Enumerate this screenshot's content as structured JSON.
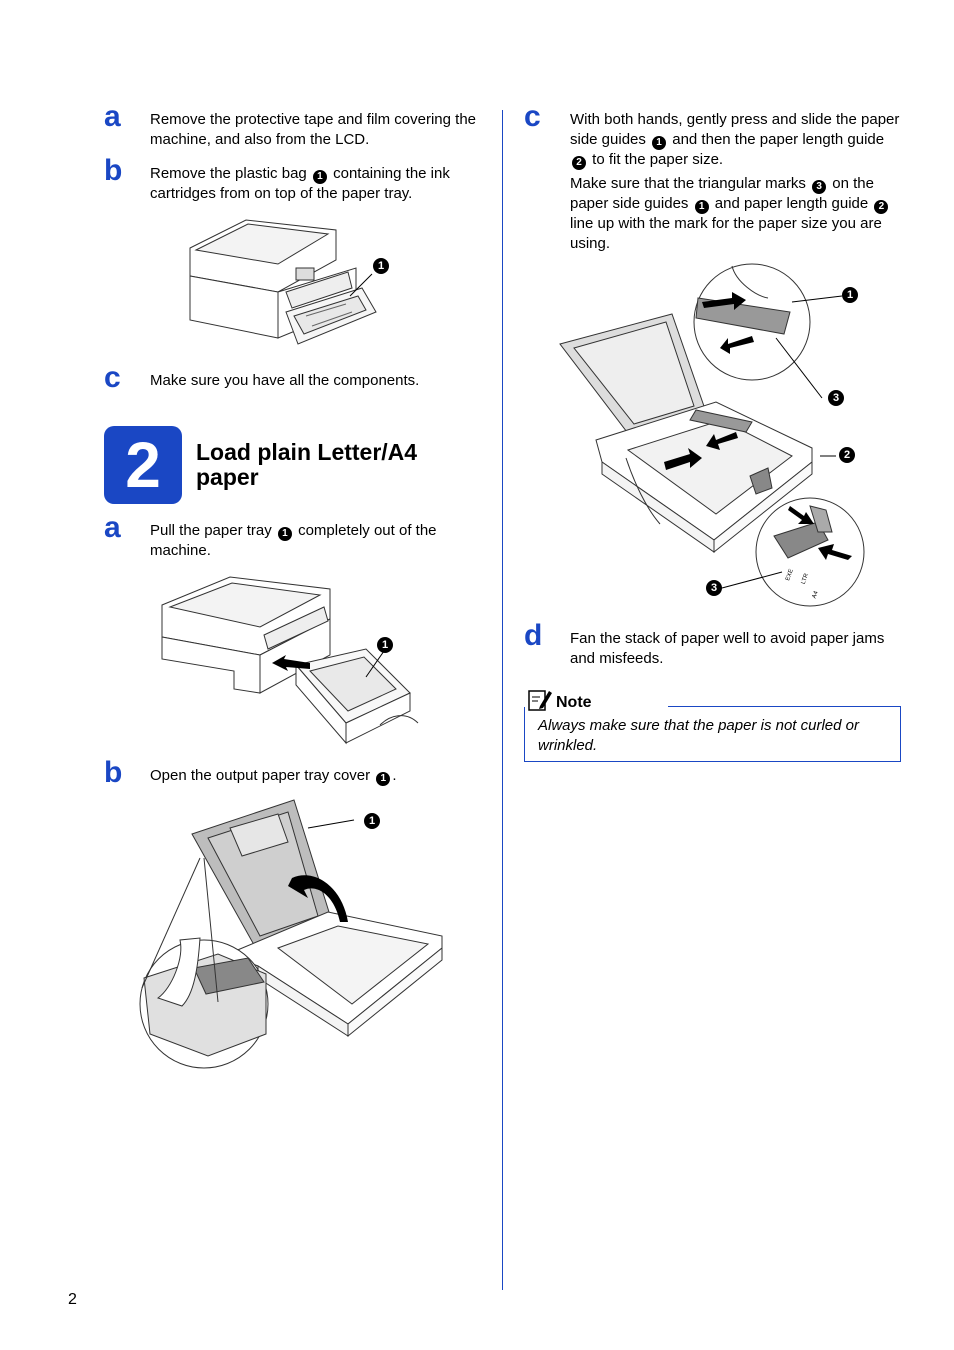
{
  "left_column": {
    "step_a": {
      "letter": "a",
      "text": "Remove the protective tape and film covering the machine, and also from the LCD."
    },
    "step_b": {
      "letter": "b",
      "text_before": "Remove the plastic bag",
      "marker": "1",
      "text_after": "containing the ink cartridges from on top of the paper tray."
    },
    "step_c": {
      "letter": "c",
      "text": "Make sure you have all the components."
    },
    "section": {
      "number": "2",
      "title": "Load plain Letter/A4 paper"
    },
    "step2_a": {
      "letter": "a",
      "text_before": "Pull the paper tray",
      "marker": "1",
      "text_after": "completely out of the machine."
    },
    "step2_b": {
      "letter": "b",
      "text_before": "Open the output paper tray cover",
      "marker": "1",
      "text_after": "."
    },
    "figure_callouts": {
      "printer_bag": "1",
      "tray_pull": "1",
      "tray_cover": "1"
    }
  },
  "right_column": {
    "step_c": {
      "letter": "c",
      "p1_a": "With both hands, gently press and slide the paper side guides",
      "p1_m1": "1",
      "p1_b": "and then the paper length guide",
      "p1_m2": "2",
      "p1_c": "to fit the paper size.",
      "p2_a": "Make sure that the triangular marks",
      "p2_m3": "3",
      "p2_b": "on the paper side guides",
      "p2_m1": "1",
      "p2_c": "and paper length guide",
      "p2_m2": "2",
      "p2_d": "line up with the mark for the paper size you are using."
    },
    "figure_callouts": {
      "c1": "1",
      "c3a": "3",
      "c2": "2",
      "c3b": "3"
    },
    "figure_labels": {
      "ltr": "LTR",
      "a4": "A4",
      "exe": "EXE"
    },
    "step_d": {
      "letter": "d",
      "text": "Fan the stack of paper well to avoid paper jams and misfeeds."
    },
    "note": {
      "title": "Note",
      "text": "Always make sure that the paper is not curled or wrinkled."
    }
  },
  "page_number": "2",
  "colors": {
    "accent": "#1a47c4"
  },
  "icons": {
    "note": "pencil-note-icon"
  }
}
